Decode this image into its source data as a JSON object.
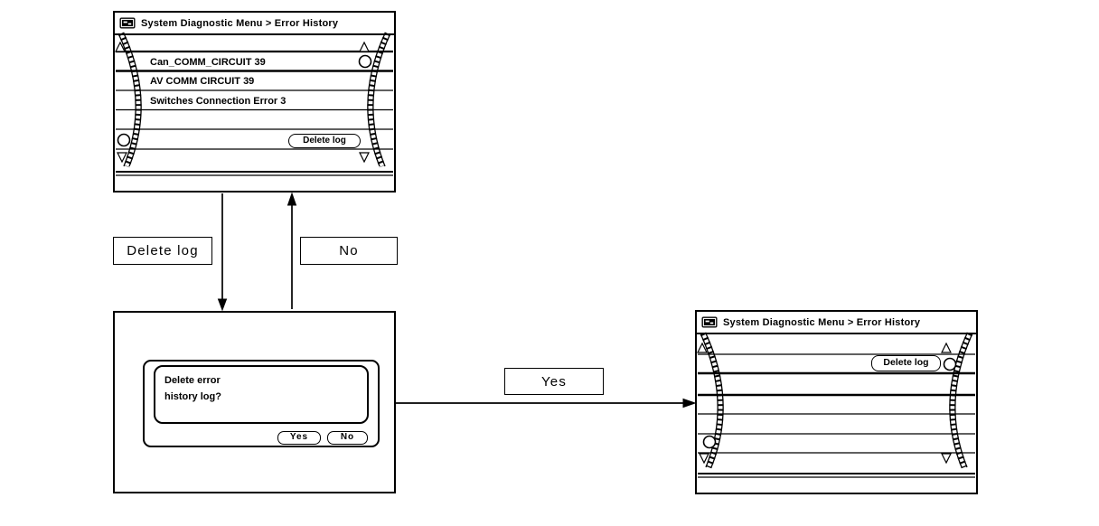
{
  "colors": {
    "line": "#000000",
    "background": "#ffffff"
  },
  "screen_error_history": {
    "title": "System Diagnostic Menu > Error History",
    "rows": [
      "Can_COMM_CIRCUIT 39",
      "AV COMM CIRCUIT 39",
      "Switches Connection Error 3"
    ],
    "delete_log_button": "Delete log"
  },
  "screen_confirm_dialog": {
    "message_line1": "Delete error",
    "message_line2": "history log?",
    "yes_button": "Yes",
    "no_button": "No"
  },
  "screen_error_history_cleared": {
    "title": "System Diagnostic Menu > Error History",
    "delete_log_button": "Delete log"
  },
  "flow_labels": {
    "delete_log": "Delete log",
    "no": "No",
    "yes": "Yes"
  },
  "icons": {
    "title_icon": "display-icon",
    "scroll_up": "triangle-up-icon",
    "scroll_down": "triangle-down-icon",
    "dial_marker": "circle-marker-icon"
  }
}
